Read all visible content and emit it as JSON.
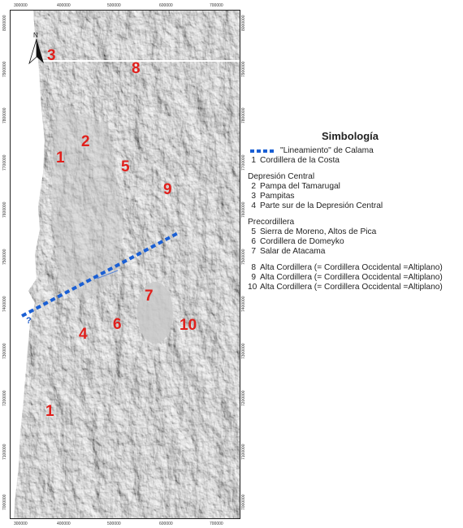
{
  "map": {
    "ticks_top": [
      "300000",
      "400000",
      "500000",
      "600000",
      "700000"
    ],
    "ticks_bottom": [
      "300000",
      "400000",
      "500000",
      "600000",
      "700000"
    ],
    "ticks_left": [
      "8000000",
      "7900000",
      "7800000",
      "7700000",
      "7600000",
      "7500000",
      "7400000",
      "7300000",
      "7200000",
      "7100000",
      "7000000"
    ],
    "ticks_right": [
      "8000000",
      "7900000",
      "7800000",
      "7700000",
      "7600000",
      "7500000",
      "7400000",
      "7300000",
      "7200000",
      "7100000",
      "7000000"
    ],
    "north_label": "N",
    "unknown_mark": "?",
    "region_labels": [
      "3",
      "8",
      "2",
      "1",
      "5",
      "9",
      "7",
      "4",
      "6",
      "10",
      "1"
    ],
    "colors": {
      "region_label": "#e0201c",
      "lineament": "#1a5fd4",
      "relief": "#bdbdbd",
      "ocean": "#ffffff"
    }
  },
  "legend": {
    "title": "Simbología",
    "lineament_label": "\"Lineamiento\" de Calama",
    "coast_number": "1",
    "coast_label": "Cordillera de la Costa",
    "groups": [
      {
        "heading": "Depresión Central",
        "items": [
          {
            "num": "2",
            "label": "Pampa del Tamarugal"
          },
          {
            "num": "3",
            "label": "Pampitas"
          },
          {
            "num": "4",
            "label": "Parte sur de la Depresión Central"
          }
        ]
      },
      {
        "heading": "Precordillera",
        "items": [
          {
            "num": "5",
            "label": "Sierra de Moreno, Altos de Pica"
          },
          {
            "num": "6",
            "label": "Cordillera de Domeyko"
          },
          {
            "num": "7",
            "label": "Salar de Atacama"
          }
        ]
      },
      {
        "heading": "",
        "items": [
          {
            "num": "8",
            "label": "Alta Cordillera (= Cordillera Occidental =Altiplano)"
          },
          {
            "num": "9",
            "label": "Alta Cordillera (= Cordillera Occidental =Altiplano)"
          },
          {
            "num": "10",
            "label": "Alta Cordillera (= Cordillera Occidental =Altiplano)"
          }
        ]
      }
    ]
  }
}
